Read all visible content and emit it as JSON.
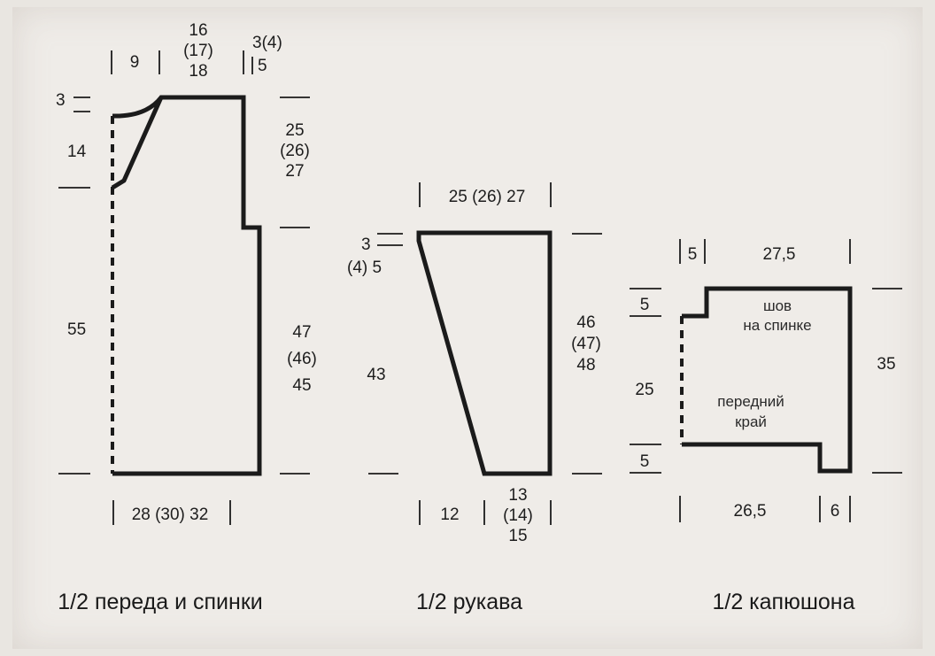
{
  "colors": {
    "background": "#efece8",
    "ink": "#1b1b1b"
  },
  "body": {
    "top_widths": {
      "neck": "9",
      "shoulder_1": "16",
      "shoulder_2": "(17)",
      "shoulder_3": "18",
      "edge_1": "3(4)",
      "edge_2": "5"
    },
    "left_heights": {
      "top": "3",
      "neck_depth": "14",
      "body": "55"
    },
    "right_heights": {
      "armhole_1": "25",
      "armhole_2": "(26)",
      "armhole_3": "27",
      "side_1": "47",
      "side_2": "(46)",
      "side_3": "45"
    },
    "bottom_width": "28 (30) 32",
    "caption": "1/2 переда и спинки"
  },
  "sleeve": {
    "top_width": "25 (26) 27",
    "left_heights": {
      "top_1": "3",
      "top_2": "(4) 5",
      "main": "43"
    },
    "right_heights": {
      "h1": "46",
      "h2": "(47)",
      "h3": "48"
    },
    "bottom": {
      "left": "12",
      "right_1": "13",
      "right_2": "(14)",
      "right_3": "15"
    },
    "caption": "1/2 рукава"
  },
  "hood": {
    "top": {
      "left": "5",
      "right": "27,5"
    },
    "left_heights": {
      "top": "5",
      "middle": "25",
      "bottom": "5"
    },
    "right_height": "35",
    "labels": {
      "seam_1": "шов",
      "seam_2": "на спинке",
      "front_1": "передний",
      "front_2": "край"
    },
    "bottom": {
      "left": "26,5",
      "right": "6"
    },
    "caption": "1/2 капюшона"
  }
}
